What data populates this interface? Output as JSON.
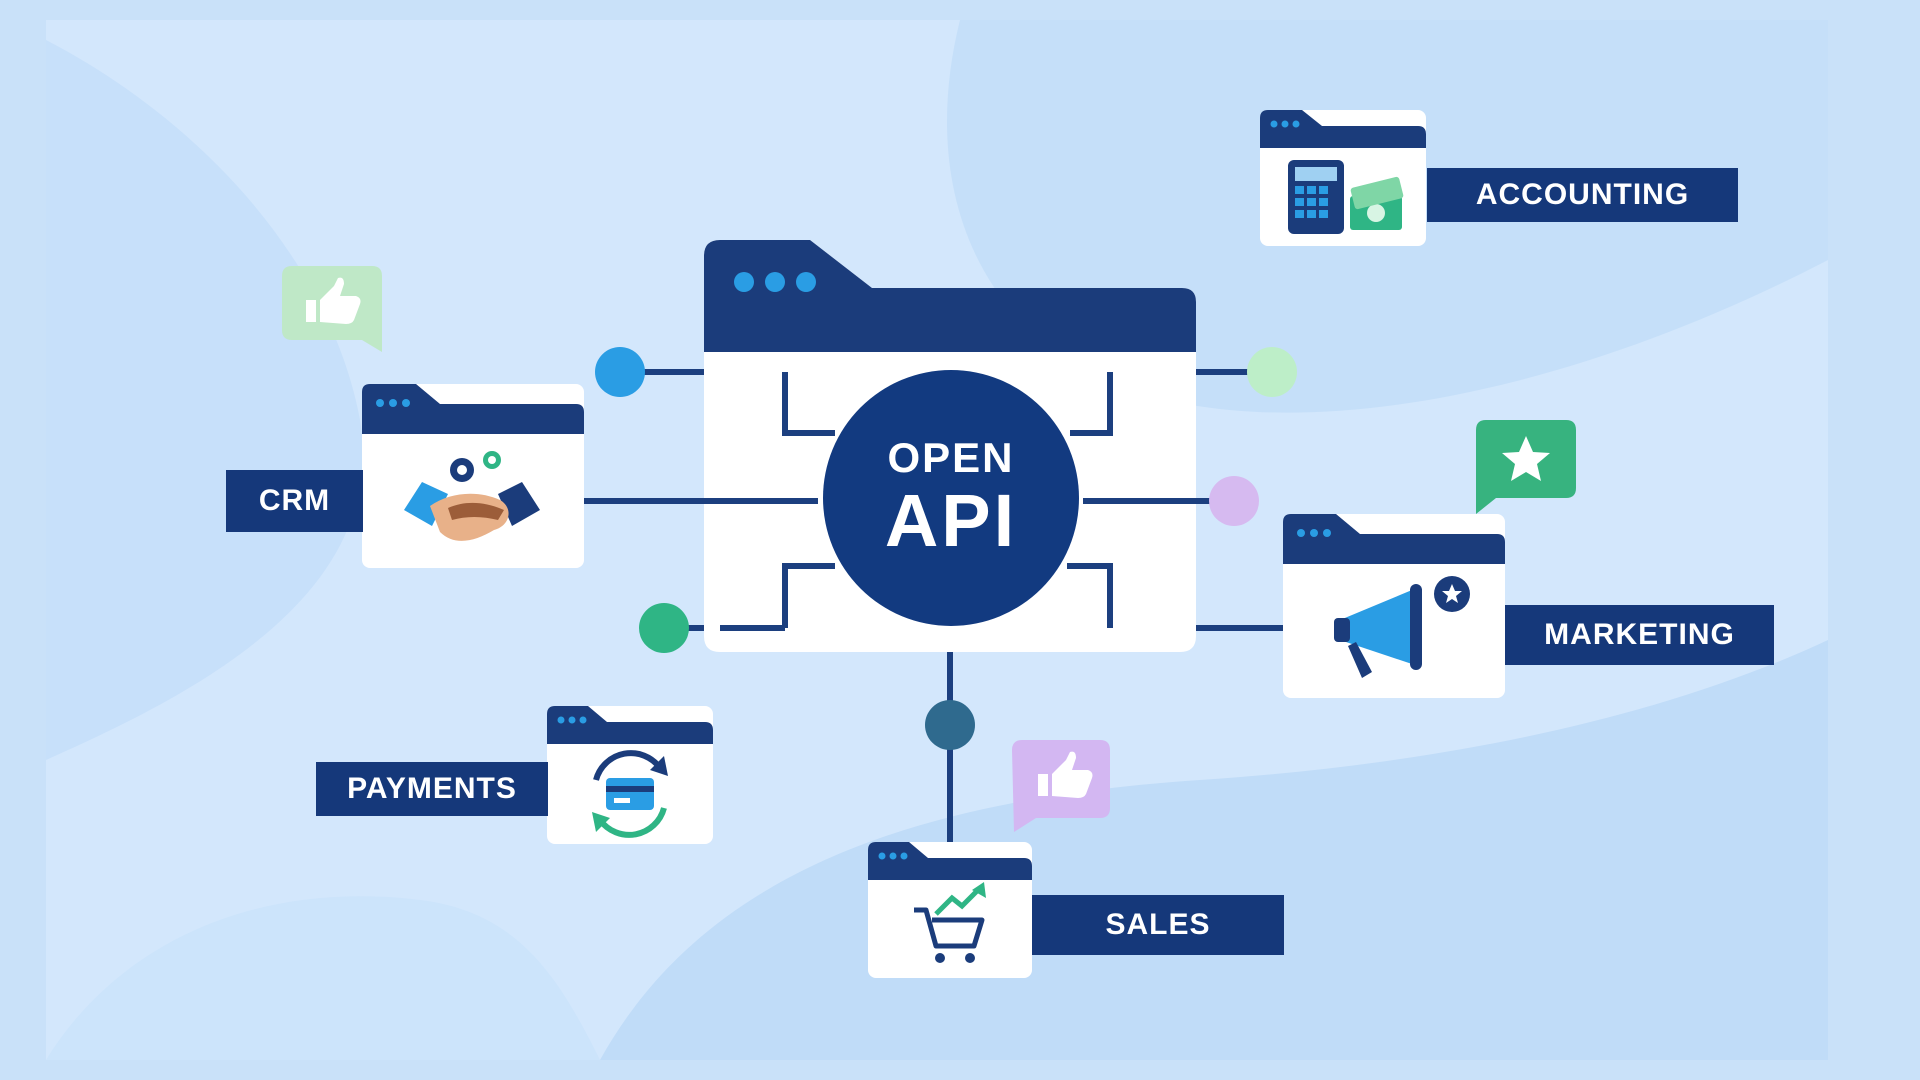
{
  "hub": {
    "line1": "OPEN",
    "line2": "API"
  },
  "modules": {
    "crm": {
      "label": "CRM",
      "icon": "handshake-gears-icon"
    },
    "accounting": {
      "label": "ACCOUNTING",
      "icon": "calculator-money-icon"
    },
    "marketing": {
      "label": "MARKETING",
      "icon": "megaphone-icon"
    },
    "payments": {
      "label": "PAYMENTS",
      "icon": "card-sync-icon"
    },
    "sales": {
      "label": "SALES",
      "icon": "cart-growth-icon"
    }
  },
  "bubbles": {
    "crm_like": "thumbs-up-icon",
    "marketing_star": "star-icon",
    "sales_like": "thumbs-up-icon"
  },
  "colors": {
    "navy": "#15387a",
    "hub": "#123a80",
    "background": "#d2e6fb",
    "node_blue": "#2a9de4",
    "node_green": "#2fb585",
    "node_light_green": "#bdeec8",
    "node_lavender": "#d6baf0",
    "node_teal": "#2f6a8e"
  }
}
